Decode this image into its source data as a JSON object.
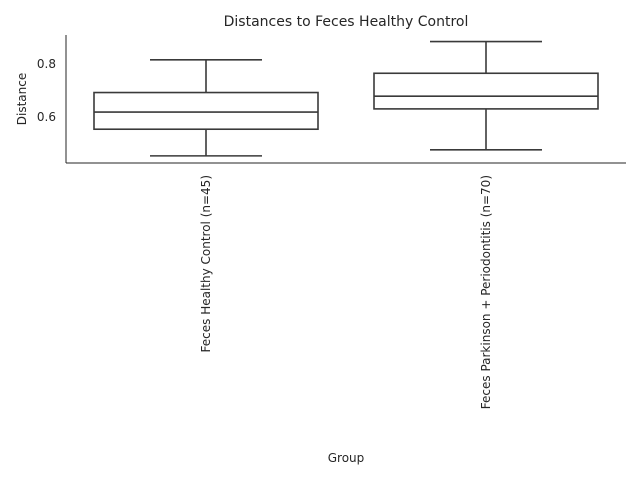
{
  "chart_data": {
    "type": "box",
    "title": "Distances to Feces Healthy Control",
    "xlabel": "Group",
    "ylabel": "Distance",
    "ylim": [
      0.425,
      0.91
    ],
    "yticks": [
      "0.6",
      "0.8"
    ],
    "grid": false,
    "legend": "none",
    "categories": [
      "Feces Healthy Control (n=45)",
      "Feces Parkinson + Periodontitis (n=70)"
    ],
    "boxes": [
      {
        "whisker_low": 0.452,
        "q1": 0.553,
        "median": 0.618,
        "q3": 0.692,
        "whisker_high": 0.816
      },
      {
        "whisker_low": 0.475,
        "q1": 0.63,
        "median": 0.678,
        "q3": 0.765,
        "whisker_high": 0.885
      }
    ],
    "colors": {
      "stroke": "#3a3a3a",
      "fill": "#ffffff"
    }
  }
}
